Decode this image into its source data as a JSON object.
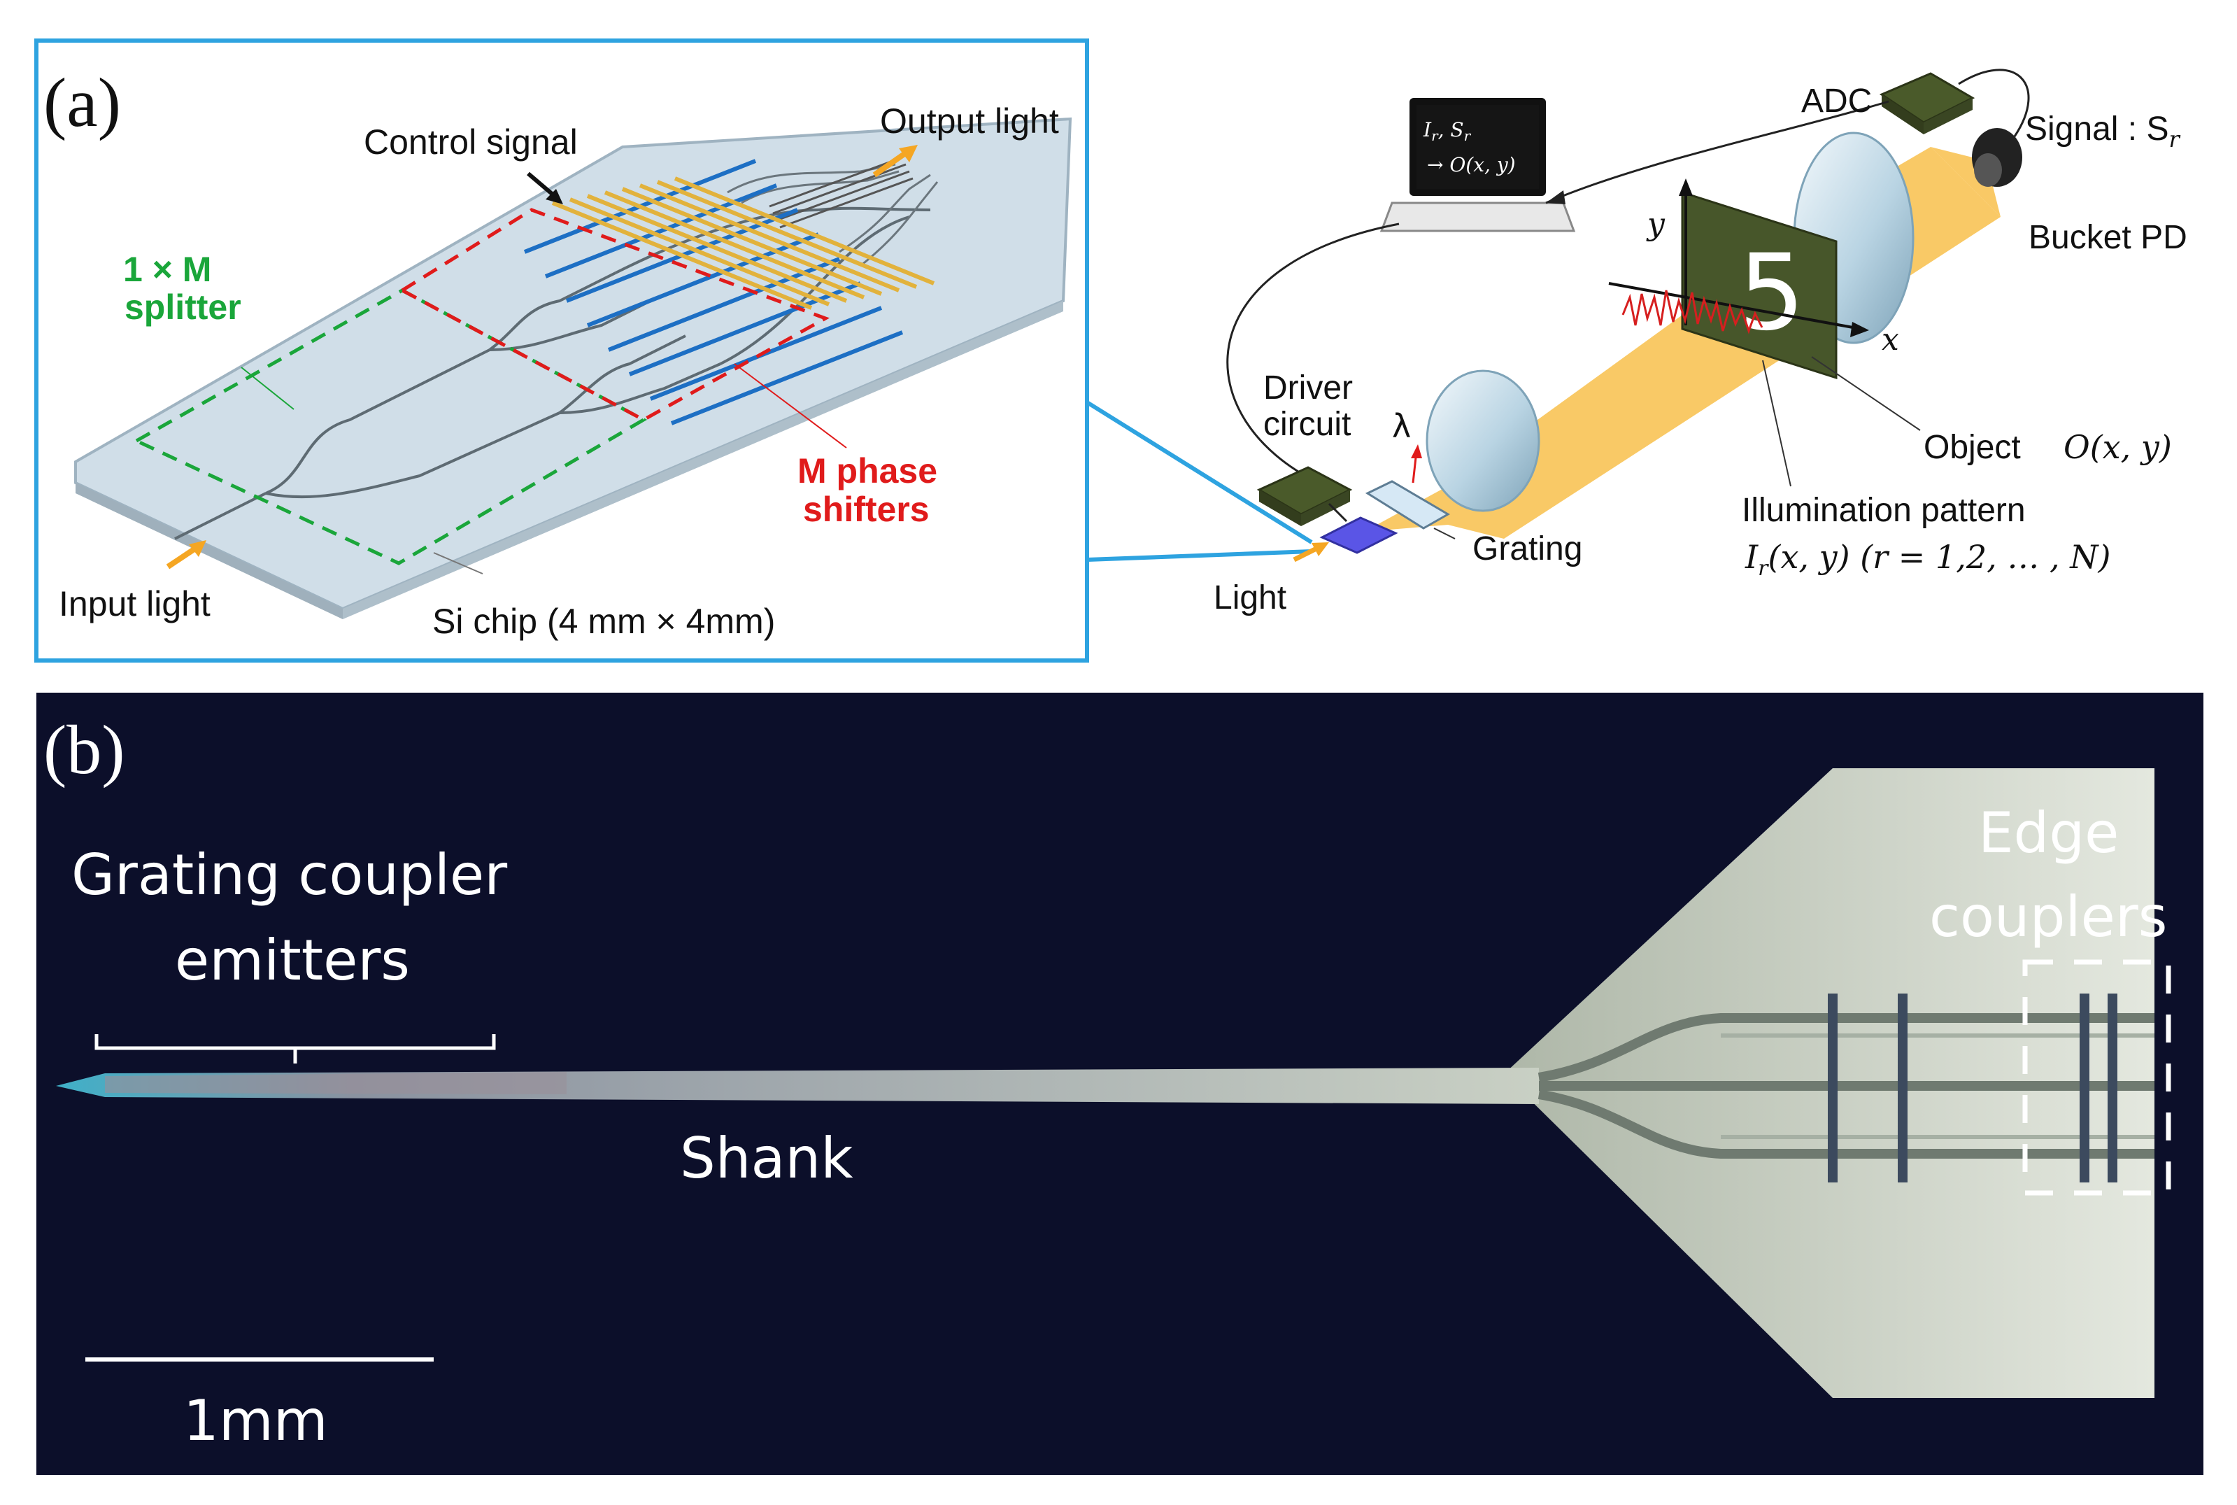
{
  "panel_a": {
    "panel_label": "(a)",
    "chip": {
      "control_signal": "Control signal",
      "output_light": "Output light",
      "splitter_line1": "1 × M",
      "splitter_line2": "splitter",
      "phase_line1": "M phase",
      "phase_line2": "shifters",
      "input_light": "Input light",
      "si_chip": "Si chip (4 mm × 4mm)"
    },
    "setup": {
      "adc": "ADC",
      "signal": "Signal : S",
      "signal_sub": "r",
      "bucket_pd": "Bucket PD",
      "laptop_line1": "I",
      "laptop_line1_sub": "r",
      "laptop_line1_rest": ", S",
      "laptop_line1_sub2": "r",
      "laptop_line2": "→ O(x, y)",
      "driver_line1": "Driver",
      "driver_line2": "circuit",
      "lambda": "λ",
      "grating": "Grating",
      "light": "Light",
      "object": "Object",
      "object_math": "O(x, y)",
      "axis_y": "y",
      "axis_x": "x",
      "digit": "5",
      "illum_title": "Illumination pattern",
      "illum_math_I": "I",
      "illum_math_sub": "r",
      "illum_math_rest": "(x, y)    (r = 1,2, … , N)"
    },
    "colors": {
      "frame": "#2ea3e0",
      "splitter": "#1aa63a",
      "phase": "#e01b1b",
      "beam": "#f7b733",
      "arrow": "#f5a623",
      "waveguide_blue": "#1d6fc4",
      "electrode": "#e2b23c"
    }
  },
  "panel_b": {
    "panel_label": "(b)",
    "grating_line1": "Grating coupler",
    "grating_line2": "emitters",
    "shank": "Shank",
    "edge_line1": "Edge",
    "edge_line2": "couplers",
    "scale": "1mm",
    "colors": {
      "background": "#0c0f2a",
      "chip": "#d6dbd0"
    }
  }
}
